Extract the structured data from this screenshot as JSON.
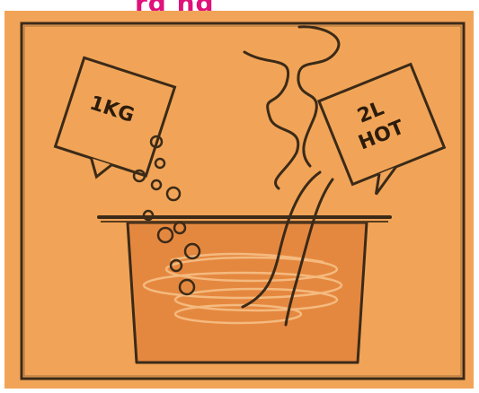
{
  "header": {
    "caption_fragment": "rg    ng"
  },
  "packet_left": {
    "label": "1KG"
  },
  "packet_right": {
    "line1": "2L",
    "line2": "HOT"
  },
  "colors": {
    "panel_bg": "#f1a457",
    "line": "#3b2a18",
    "pot_fill": "#e5883f",
    "swirl": "#f6c087",
    "caption": "#e0117a"
  },
  "icons": [
    "powder-packet-icon",
    "water-jug-icon",
    "pot-icon",
    "steam-icon",
    "bubbles-icon"
  ]
}
